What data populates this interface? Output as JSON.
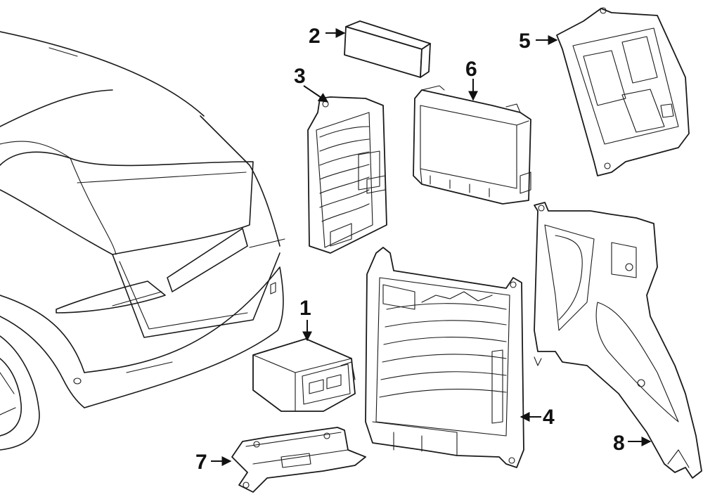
{
  "diagram": {
    "background": "#ffffff",
    "line_color": "#1a1a1a",
    "callouts": [
      {
        "id": "1",
        "label": "1"
      },
      {
        "id": "2",
        "label": "2"
      },
      {
        "id": "3",
        "label": "3"
      },
      {
        "id": "4",
        "label": "4"
      },
      {
        "id": "5",
        "label": "5"
      },
      {
        "id": "6",
        "label": "6"
      },
      {
        "id": "7",
        "label": "7"
      },
      {
        "id": "8",
        "label": "8"
      }
    ]
  }
}
